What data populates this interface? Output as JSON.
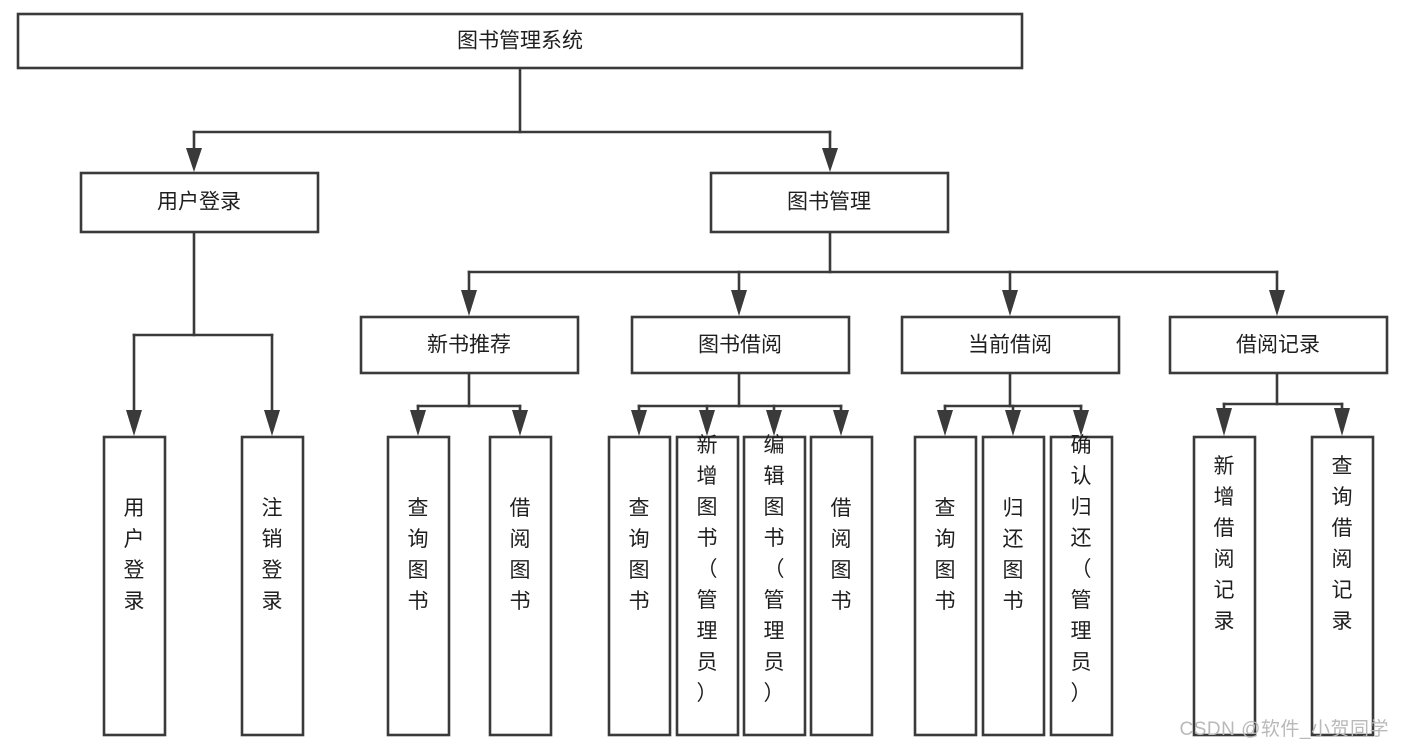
{
  "diagram": {
    "type": "tree",
    "title": "图书管理系统",
    "watermark": "CSDN @软件_小贺同学",
    "colors": {
      "stroke": "#3a3a3a",
      "box_fill": "#ffffff",
      "text": "#1f1f1f",
      "background": "#ffffff",
      "watermark": "#b9b9b9"
    },
    "root": {
      "label": "图书管理系统"
    },
    "level1": [
      {
        "label": "用户登录"
      },
      {
        "label": "图书管理"
      }
    ],
    "level2": [
      {
        "label": "新书推荐"
      },
      {
        "label": "图书借阅"
      },
      {
        "label": "当前借阅"
      },
      {
        "label": "借阅记录"
      }
    ],
    "leaves": {
      "user_login": [
        {
          "label": "用户登录"
        },
        {
          "label": "注销登录"
        }
      ],
      "new_book_recommend": [
        {
          "label": "查询图书"
        },
        {
          "label": "借阅图书"
        }
      ],
      "book_borrow": [
        {
          "label": "查询图书"
        },
        {
          "label": "新增图书（管理员）"
        },
        {
          "label": "编辑图书（管理员）"
        },
        {
          "label": "借阅图书"
        }
      ],
      "current_borrow": [
        {
          "label": "查询图书"
        },
        {
          "label": "归还图书"
        },
        {
          "label": "确认归还（管理员）"
        }
      ],
      "borrow_record": [
        {
          "label": "新增借阅记录"
        },
        {
          "label": "查询借阅记录"
        }
      ]
    }
  }
}
